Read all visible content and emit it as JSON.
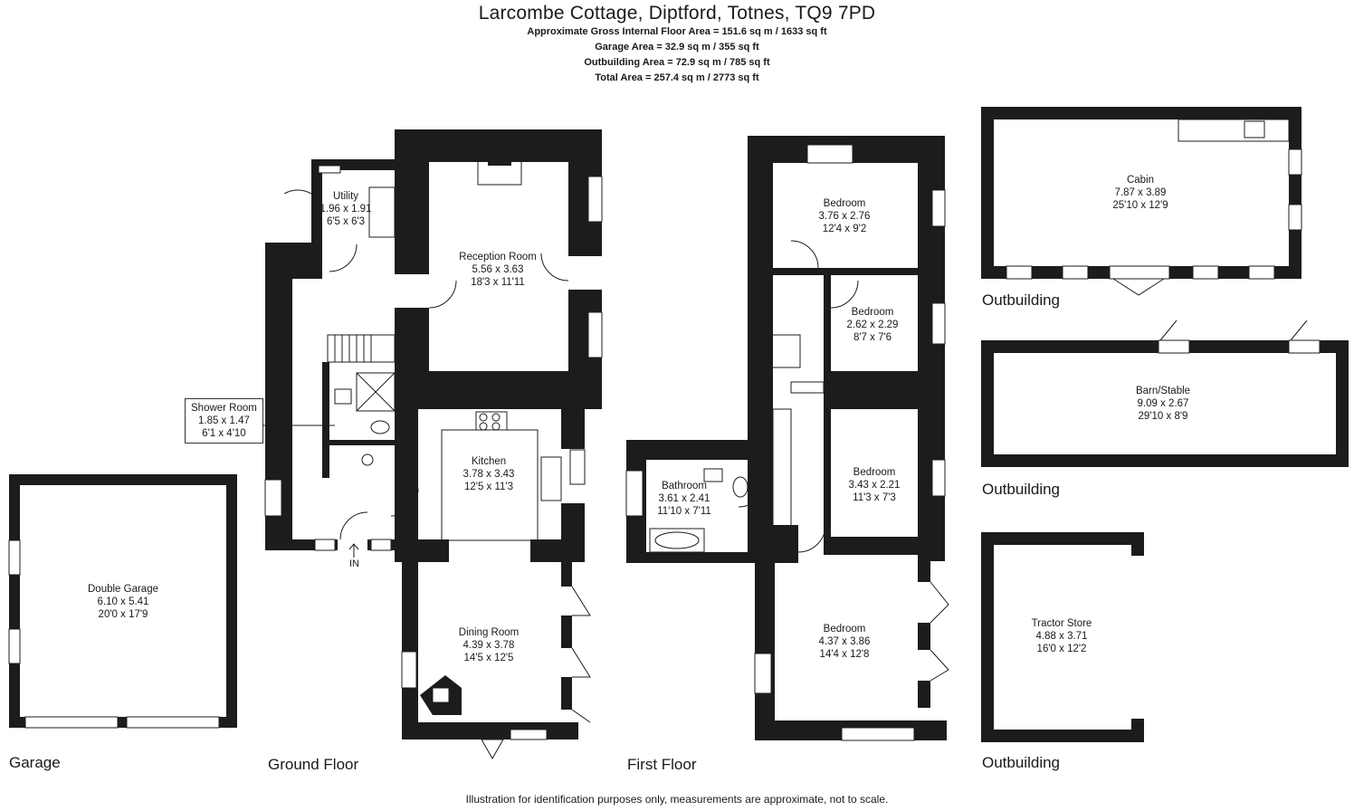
{
  "header": {
    "title": "Larcombe Cottage, Diptford, Totnes, TQ9 7PD",
    "areas": [
      "Approximate Gross Internal Floor Area  = 151.6 sq m  / 1633 sq ft",
      "Garage Area = 32.9 sq m  / 355 sq ft",
      "Outbuilding Area = 72.9 sq m  / 785 sq ft",
      "Total Area = 257.4 sq m  / 2773 sq ft"
    ]
  },
  "rooms": {
    "utility": {
      "name": "Utility",
      "metric": "1.96 x 1.91",
      "imperial": "6'5 x 6'3"
    },
    "reception": {
      "name": "Reception Room",
      "metric": "5.56 x 3.63",
      "imperial": "18'3 x 11'11"
    },
    "shower": {
      "name": "Shower Room",
      "metric": "1.85 x 1.47",
      "imperial": "6'1 x 4'10"
    },
    "kitchen": {
      "name": "Kitchen",
      "metric": "3.78 x 3.43",
      "imperial": "12'5 x 11'3"
    },
    "dining": {
      "name": "Dining Room",
      "metric": "4.39 x 3.78",
      "imperial": "14'5 x 12'5"
    },
    "garage": {
      "name": "Double Garage",
      "metric": "6.10 x 5.41",
      "imperial": "20'0 x 17'9"
    },
    "bed1": {
      "name": "Bedroom",
      "metric": "3.76 x 2.76",
      "imperial": "12'4 x 9'2"
    },
    "bed2": {
      "name": "Bedroom",
      "metric": "2.62 x 2.29",
      "imperial": "8'7 x 7'6"
    },
    "bed3": {
      "name": "Bedroom",
      "metric": "3.43 x 2.21",
      "imperial": "11'3 x 7'3"
    },
    "bed4": {
      "name": "Bedroom",
      "metric": "4.37 x 3.86",
      "imperial": "14'4 x 12'8"
    },
    "bathroom": {
      "name": "Bathroom",
      "metric": "3.61 x 2.41",
      "imperial": "11'10 x 7'11"
    },
    "cabin": {
      "name": "Cabin",
      "metric": "7.87 x 3.89",
      "imperial": "25'10 x 12'9"
    },
    "barn": {
      "name": "Barn/Stable",
      "metric": "9.09 x 2.67",
      "imperial": "29'10 x 8'9"
    },
    "tractor": {
      "name": "Tractor Store",
      "metric": "4.88 x 3.71",
      "imperial": "16'0 x 12'2"
    }
  },
  "labels": {
    "entrance": "IN",
    "garage": "Garage",
    "ground": "Ground Floor",
    "first": "First Floor",
    "outbuilding_1": "Outbuilding",
    "outbuilding_2": "Outbuilding",
    "outbuilding_3": "Outbuilding"
  },
  "footer": "Illustration for identification purposes only, measurements are approximate, not to scale."
}
